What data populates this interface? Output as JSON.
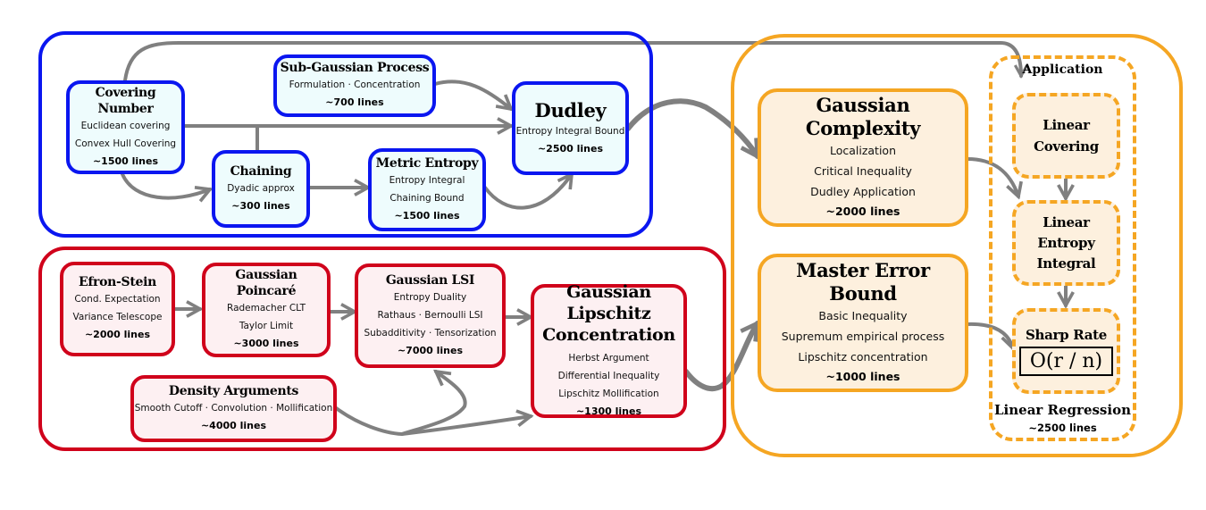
{
  "colors": {
    "blue": "#0a16f0",
    "blue_fill": "#eefcfd",
    "red": "#d0021b",
    "red_fill": "#fdf0f2",
    "orange": "#f5a623",
    "orange_fill": "#fdf0de",
    "arrow": "#808080"
  },
  "groups": {
    "dudley_group": {
      "nodes": [
        "covering_number",
        "sub_gaussian_process",
        "chaining",
        "metric_entropy",
        "dudley"
      ]
    },
    "concentration_group": {
      "nodes": [
        "efron_stein",
        "gaussian_poincare",
        "gaussian_lsi",
        "density_arguments",
        "gaussian_lipschitz"
      ]
    },
    "main_results_group": {
      "nodes": [
        "gaussian_complexity",
        "master_error_bound"
      ]
    },
    "application_group": {
      "title": "Application",
      "footer_title": "Linear Regression",
      "footer_lines": "~2500 lines",
      "nodes": [
        "linear_covering",
        "linear_entropy_integral",
        "sharp_rate"
      ]
    }
  },
  "nodes": {
    "covering_number": {
      "title": "Covering Number",
      "items": [
        "Euclidean covering",
        "Convex Hull Covering"
      ],
      "lines": "~1500 lines"
    },
    "sub_gaussian_process": {
      "title": "Sub-Gaussian Process",
      "items": [
        "Formulation · Concentration"
      ],
      "lines": "~700 lines"
    },
    "chaining": {
      "title": "Chaining",
      "items": [
        "Dyadic approx"
      ],
      "lines": "~300 lines"
    },
    "metric_entropy": {
      "title": "Metric Entropy",
      "items": [
        "Entropy Integral",
        "Chaining Bound"
      ],
      "lines": "~1500 lines"
    },
    "dudley": {
      "title": "Dudley",
      "items": [
        "Entropy Integral Bound"
      ],
      "lines": "~2500 lines"
    },
    "efron_stein": {
      "title": "Efron-Stein",
      "items": [
        "Cond. Expectation",
        "Variance Telescope"
      ],
      "lines": "~2000 lines"
    },
    "gaussian_poincare": {
      "title": "Gaussian Poincaré",
      "items": [
        "Rademacher CLT",
        "Taylor Limit"
      ],
      "lines": "~3000 lines"
    },
    "gaussian_lsi": {
      "title": "Gaussian LSI",
      "items": [
        "Entropy Duality",
        "Rathaus · Bernoulli LSI",
        "Subadditivity · Tensorization"
      ],
      "lines": "~7000 lines"
    },
    "density_arguments": {
      "title": "Density Arguments",
      "items": [
        "Smooth Cutoff · Convolution · Mollification"
      ],
      "lines": "~4000 lines"
    },
    "gaussian_lipschitz": {
      "title_line1": "Gaussian Lipschitz",
      "title_line2": "Concentration",
      "items": [
        "Herbst Argument",
        "Differential Inequality",
        "Lipschitz Mollification"
      ],
      "lines": "~1300 lines"
    },
    "gaussian_complexity": {
      "title": "Gaussian Complexity",
      "items": [
        "Localization",
        "Critical Inequality",
        "Dudley Application"
      ],
      "lines": "~2000 lines"
    },
    "master_error_bound": {
      "title": "Master Error Bound",
      "items": [
        "Basic Inequality",
        "Supremum empirical process",
        "Lipschitz concentration"
      ],
      "lines": "~1000 lines"
    },
    "linear_covering": {
      "title_line1": "Linear",
      "title_line2": "Covering"
    },
    "linear_entropy_integral": {
      "title_line1": "Linear",
      "title_line2": "Entropy",
      "title_line3": "Integral"
    },
    "sharp_rate": {
      "title": "Sharp Rate",
      "formula": "O(r / n)"
    }
  },
  "edges": [
    {
      "from": "covering_number",
      "to": "chaining"
    },
    {
      "from": "covering_number",
      "to": "dudley"
    },
    {
      "from": "covering_number",
      "to": "linear_covering"
    },
    {
      "from": "sub_gaussian_process",
      "to": "dudley"
    },
    {
      "from": "chaining",
      "to": "metric_entropy"
    },
    {
      "from": "metric_entropy",
      "to": "dudley"
    },
    {
      "from": "dudley",
      "to": "gaussian_complexity"
    },
    {
      "from": "efron_stein",
      "to": "gaussian_poincare"
    },
    {
      "from": "gaussian_poincare",
      "to": "gaussian_lsi"
    },
    {
      "from": "gaussian_lsi",
      "to": "gaussian_lipschitz"
    },
    {
      "from": "density_arguments",
      "to": "gaussian_lsi"
    },
    {
      "from": "density_arguments",
      "to": "gaussian_lipschitz"
    },
    {
      "from": "gaussian_lipschitz",
      "to": "master_error_bound"
    },
    {
      "from": "gaussian_complexity",
      "to": "linear_entropy_integral"
    },
    {
      "from": "master_error_bound",
      "to": "sharp_rate"
    },
    {
      "from": "linear_covering",
      "to": "linear_entropy_integral"
    },
    {
      "from": "linear_entropy_integral",
      "to": "sharp_rate"
    }
  ]
}
